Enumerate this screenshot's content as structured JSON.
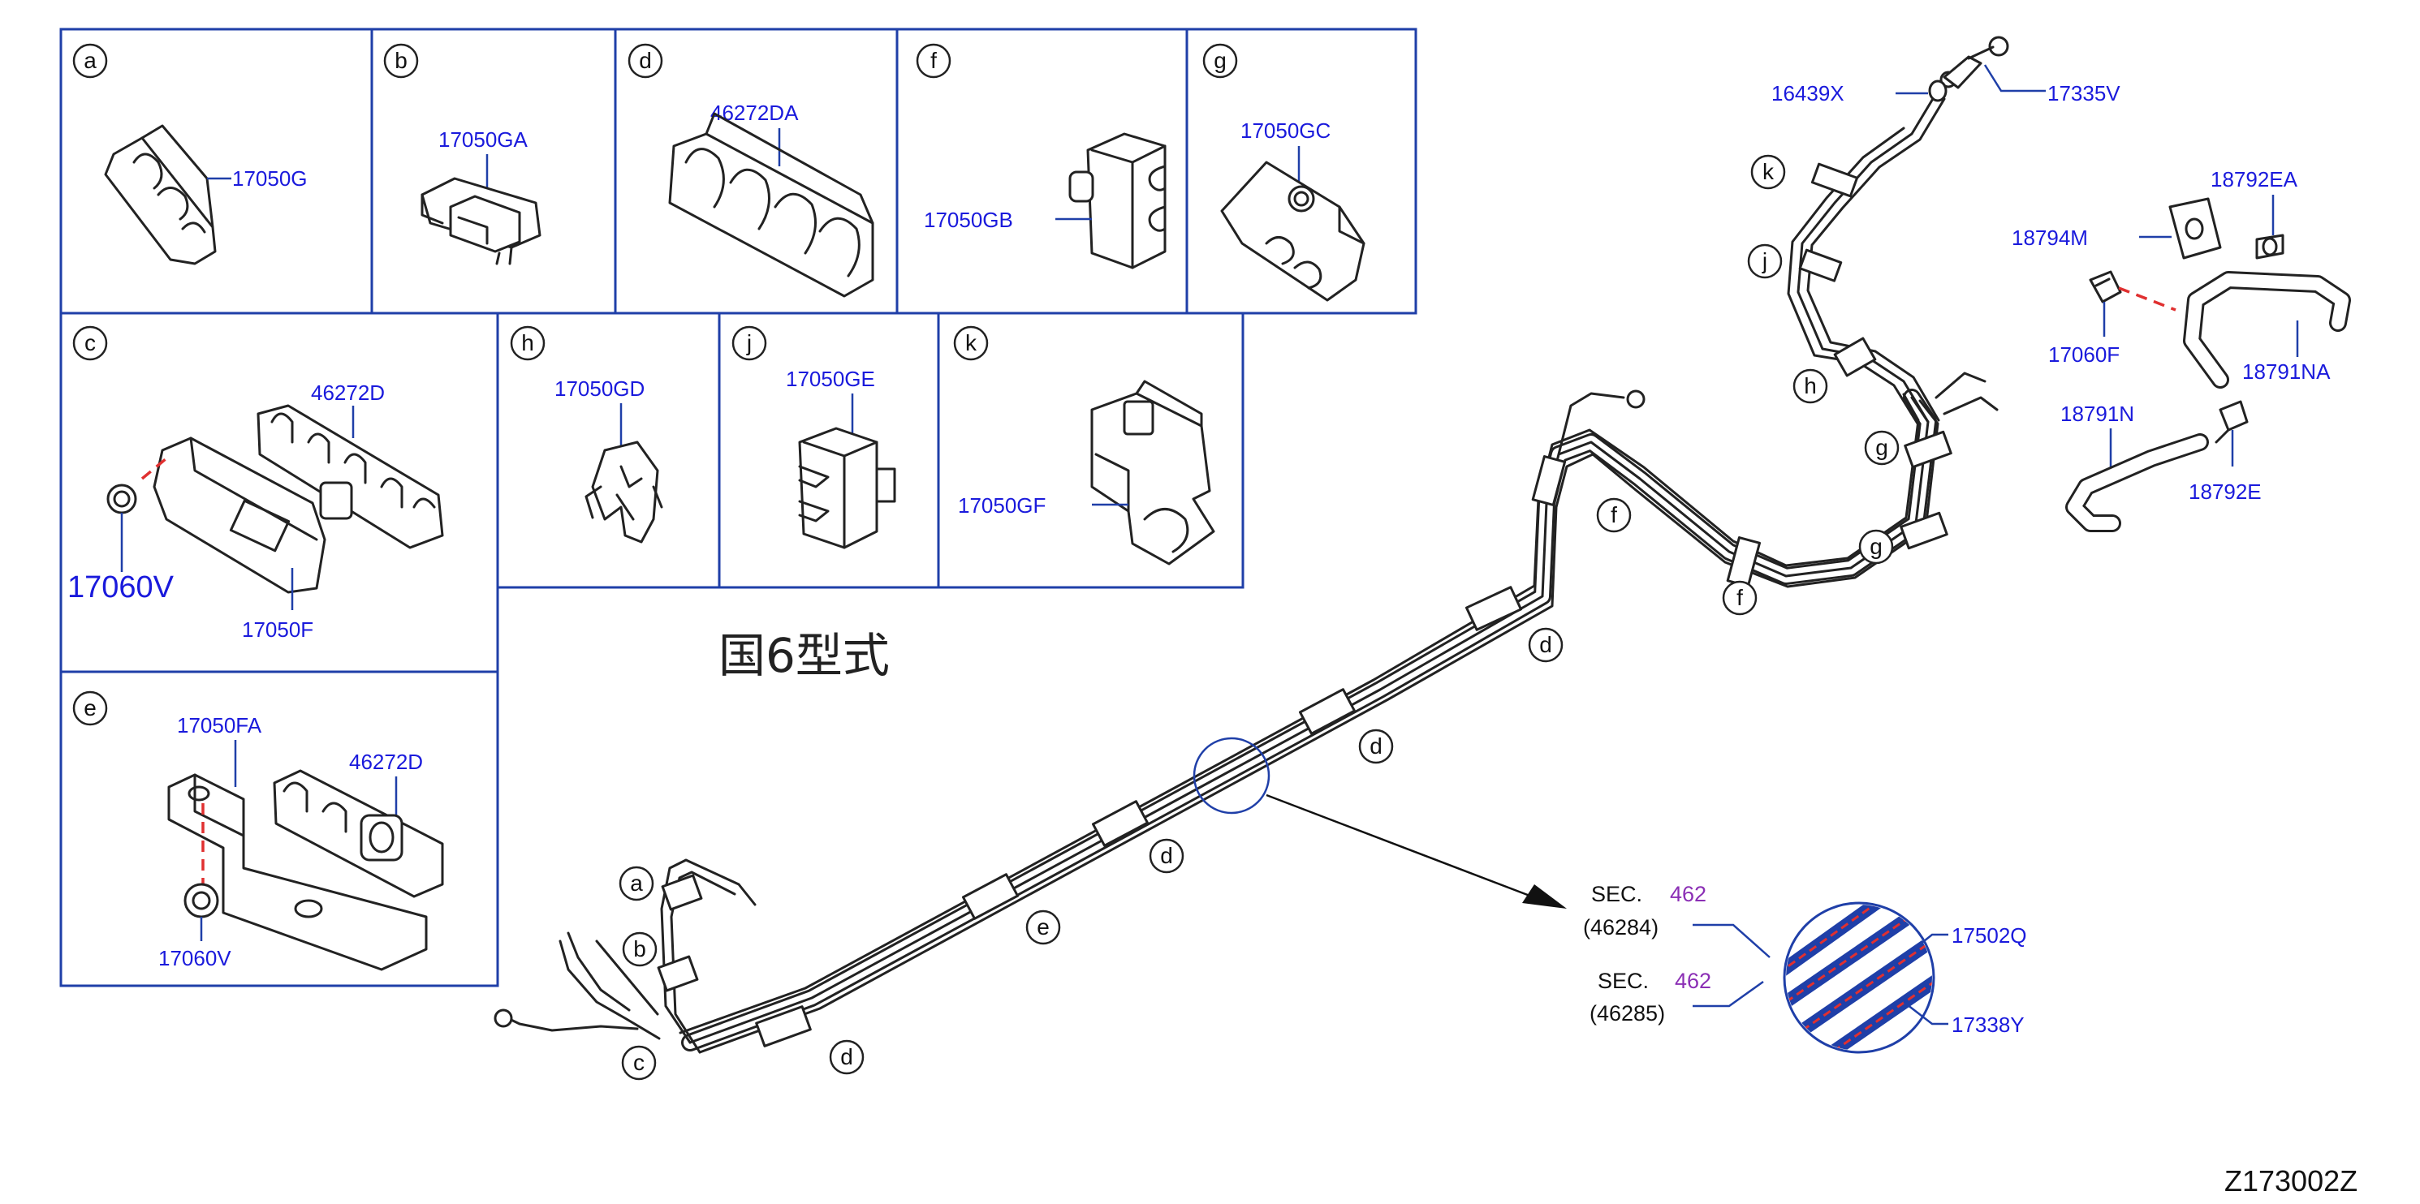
{
  "panels": {
    "a": {
      "letter": "a",
      "parts": [
        "17050G"
      ]
    },
    "b": {
      "letter": "b",
      "parts": [
        "17050GA"
      ]
    },
    "d": {
      "letter": "d",
      "parts": [
        "46272DA"
      ]
    },
    "f": {
      "letter": "f",
      "parts": [
        "17050GB"
      ]
    },
    "g": {
      "letter": "g",
      "parts": [
        "17050GC"
      ]
    },
    "c": {
      "letter": "c",
      "parts": [
        "46272D",
        "17060V",
        "17050F"
      ]
    },
    "h": {
      "letter": "h",
      "parts": [
        "17050GD"
      ]
    },
    "j": {
      "letter": "j",
      "parts": [
        "17050GE"
      ]
    },
    "k": {
      "letter": "k",
      "parts": [
        "17050GF"
      ]
    },
    "e": {
      "letter": "e",
      "parts": [
        "17050FA",
        "46272D",
        "17060V"
      ]
    }
  },
  "emission_note": "国6型式",
  "pipe_callouts": [
    "k",
    "j",
    "h",
    "g",
    "f",
    "f",
    "g",
    "d",
    "d",
    "d",
    "e",
    "d",
    "a",
    "b",
    "c"
  ],
  "upper_parts": {
    "p16439x": "16439X",
    "p17335v": "17335V",
    "p18792ea": "18792EA",
    "p18794m": "18794M",
    "p17060f": "17060F",
    "p18791na": "18791NA",
    "p18791n": "18791N",
    "p18792e": "18792E"
  },
  "section_detail": {
    "sec_label": "SEC.",
    "sec1_number": "462",
    "sec1_ref": "(46284)",
    "sec2_number": "462",
    "sec2_ref": "(46285)",
    "part_top": "17502Q",
    "part_bottom": "17338Y"
  },
  "diagram_code": "Z173002Z",
  "colors": {
    "frame": "#1f3fa8",
    "part_number": "#1a1adc",
    "section_number": "#8b2fb5",
    "hidden_line": "#e03030"
  }
}
